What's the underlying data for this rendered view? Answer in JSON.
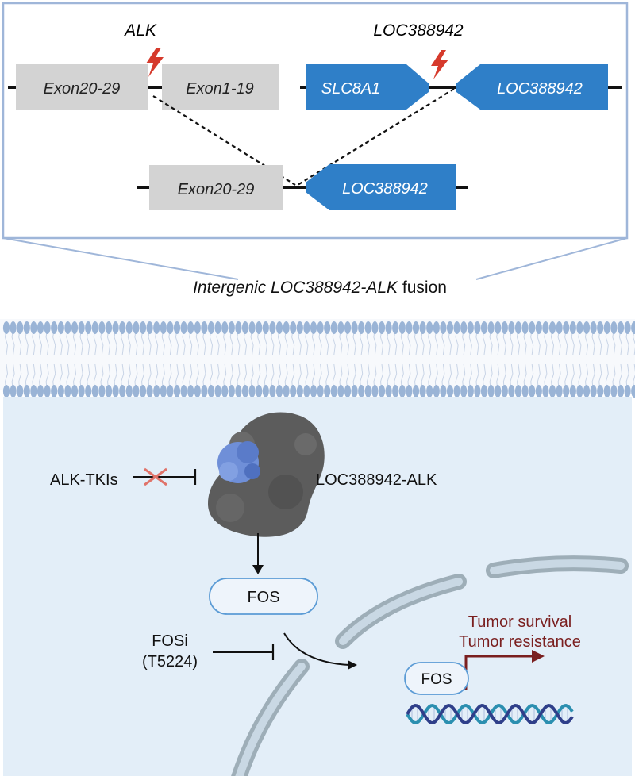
{
  "top_panel": {
    "alk_gene_title": "ALK",
    "loc_gene_title": "LOC388942",
    "alk_exon_right_label": "Exon20-29",
    "alk_exon_left_label": "Exon1-19",
    "slc8a1_label": "SLC8A1",
    "loc_label": "LOC388942",
    "fusion_exon_label": "Exon20-29",
    "fusion_loc_label": "LOC388942"
  },
  "caption": {
    "prefix": "Intergenic LOC388942-ALK",
    "suffix": " fusion"
  },
  "cell": {
    "inhibitor_label": "ALK-TKIs",
    "protein_label": "LOC388942-ALK",
    "fos_label": "FOS",
    "fosi_line1": "FOSi",
    "fosi_line2": "(T5224)",
    "nuclear_fos_label": "FOS",
    "outcome_line1": "Tumor survival",
    "outcome_line2": "Tumor resistance"
  },
  "colors": {
    "panel_border": "#9fb6d9",
    "gene_blue": "#2f7fc8",
    "exon_gray": "#d3d3d3",
    "lightning_red": "#d63a2c",
    "cytoplasm_blue": "#e3eef8",
    "membrane_head": "#9ab4d6",
    "outcome_red": "#7a1f1f",
    "protein_gray": "#5c5c5c",
    "kinase_blue": "#6f8fd8"
  }
}
